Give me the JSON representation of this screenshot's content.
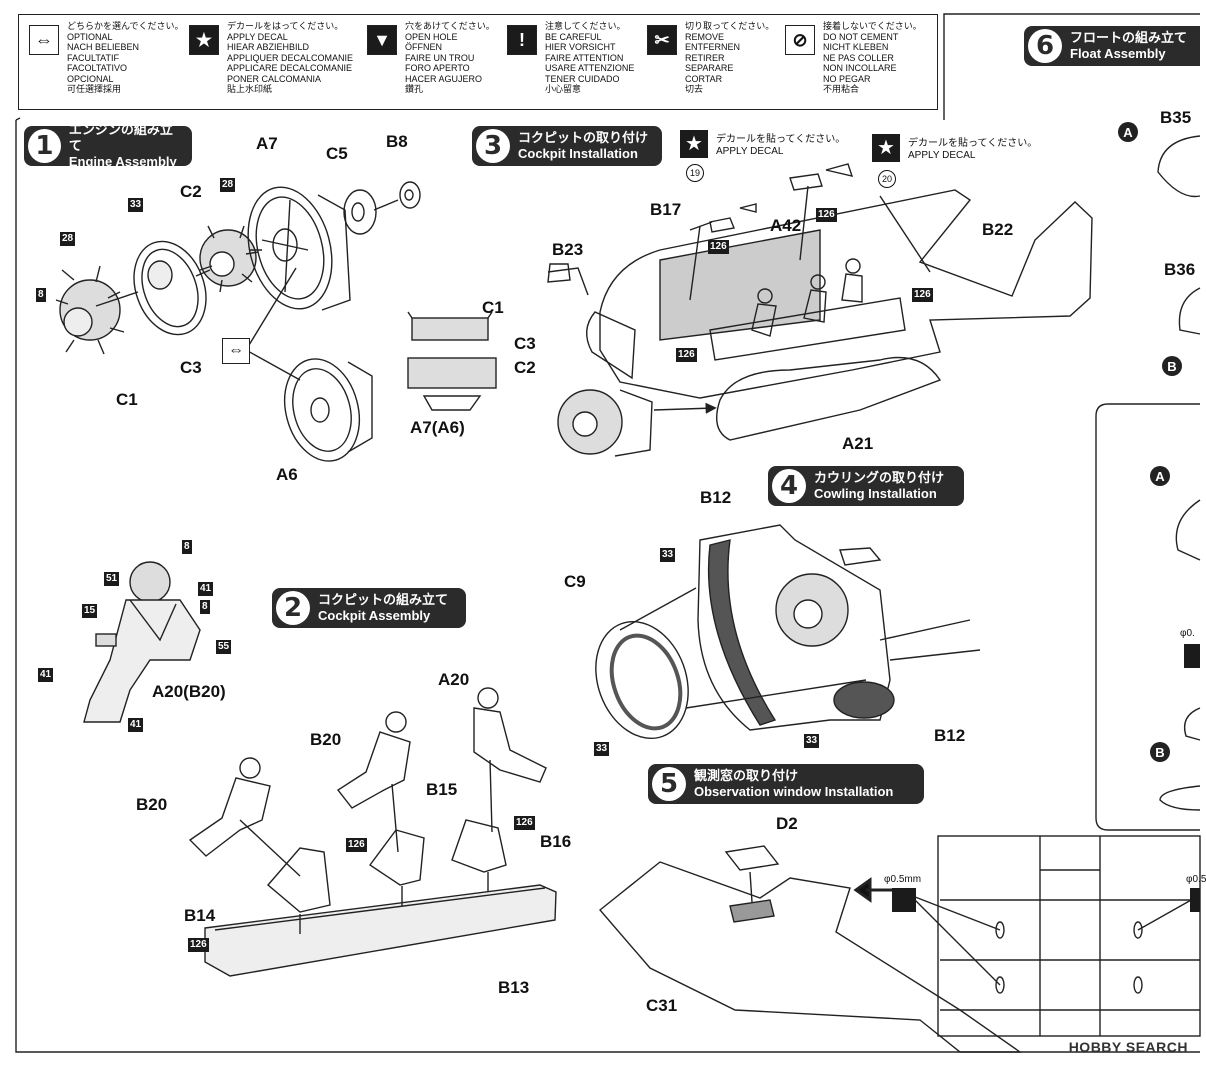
{
  "legend": [
    {
      "icon": "optional-arrows-icon",
      "lines": [
        "どちらかを選んでください。",
        "OPTIONAL",
        "NACH BELIEBEN",
        "FACULTATIF",
        "FACOLTATIVO",
        "OPCIONAL",
        "可任選擇採用"
      ]
    },
    {
      "icon": "star-icon",
      "lines": [
        "デカールをはってください。",
        "APPLY DECAL",
        "HIEAR ABZIEHBILD",
        "APPLIQUER DECALCOMANIE",
        "APPLICARE DECALCOMANIE",
        "PONER CALCOMANIA",
        "貼上水印紙"
      ]
    },
    {
      "icon": "drill-icon",
      "lines": [
        "穴をあけてください。",
        "OPEN HOLE",
        "ÖFFNEN",
        "FAIRE UN TROU",
        "FORO APERTO",
        "HACER AGUJERO",
        "鑽孔"
      ]
    },
    {
      "icon": "caution-icon",
      "lines": [
        "注意してください。",
        "BE CAREFUL",
        "HIER VORSICHT",
        "FAIRE ATTENTION",
        "USARE ATTENZIONE",
        "TENER CUIDADO",
        "小心留意"
      ]
    },
    {
      "icon": "cut-icon",
      "lines": [
        "切り取ってください。",
        "REMOVE",
        "ENTFERNEN",
        "RETIRER",
        "SEPARARE",
        "CORTAR",
        "切去"
      ]
    },
    {
      "icon": "no-cement-icon",
      "lines": [
        "接着しないでください。",
        "DO NOT CEMENT",
        "NICHT KLEBEN",
        "NE PAS COLLER",
        "NON INCOLLARE",
        "NO PEGAR",
        "不用粘合"
      ]
    }
  ],
  "steps": {
    "s1": {
      "num": "1",
      "jp": "エンジンの組み立て",
      "en": "Engine Assembly"
    },
    "s2": {
      "num": "2",
      "jp": "コクピットの組み立て",
      "en": "Cockpit Assembly"
    },
    "s3": {
      "num": "3",
      "jp": "コクピットの取り付け",
      "en": "Cockpit Installation"
    },
    "s4": {
      "num": "4",
      "jp": "カウリングの取り付け",
      "en": "Cowling Installation"
    },
    "s5": {
      "num": "5",
      "jp": "観測窓の取り付け",
      "en": "Observation window Installation"
    },
    "s6": {
      "num": "6",
      "jp": "フロートの組み立て",
      "en": "Float Assembly"
    }
  },
  "decal_notes": {
    "n1": {
      "jp": "デカールを貼ってください。",
      "en": "APPLY DECAL"
    },
    "n2": {
      "jp": "デカールを貼ってください。",
      "en": "APPLY DECAL"
    }
  },
  "parts": {
    "a7": "A7",
    "c5": "C5",
    "b8": "B8",
    "c2": "C2",
    "c3": "C3",
    "c1": "C1",
    "a6": "A6",
    "c1b": "C1",
    "c3b": "C3",
    "c2b": "C2",
    "a7a6": "A7(A6)",
    "b17": "B17",
    "a42": "A42",
    "b22": "B22",
    "b23": "B23",
    "a21": "A21",
    "b12a": "B12",
    "c9": "C9",
    "b12b": "B12",
    "a20b20": "A20(B20)",
    "a20": "A20",
    "b20a": "B20",
    "b20b": "B20",
    "b15": "B15",
    "b16": "B16",
    "b14": "B14",
    "b13": "B13",
    "d2": "D2",
    "c31": "C31",
    "b35": "B35",
    "b36": "B36"
  },
  "tags": {
    "t28a": "28",
    "t28b": "28",
    "t33": "33",
    "t8": "8",
    "t126a": "126",
    "t126b": "126",
    "t126c": "126",
    "t126d": "126",
    "t33b": "33",
    "t33c": "33",
    "t33d": "33",
    "p8a": "8",
    "p51": "51",
    "p41a": "41",
    "p15": "15",
    "p8b": "8",
    "p55": "55",
    "p41b": "41",
    "p41c": "41",
    "t126e": "126",
    "t126f": "126",
    "t126g": "126"
  },
  "circles": {
    "c19": "19",
    "c20": "20"
  },
  "markers": {
    "a1": "A",
    "b1": "B",
    "a2": "A",
    "b2": "B"
  },
  "holes": {
    "h1": "φ0.5mm",
    "h2": "φ0.",
    "h3": "φ0.5"
  },
  "watermark": "HOBBY SEARCH"
}
